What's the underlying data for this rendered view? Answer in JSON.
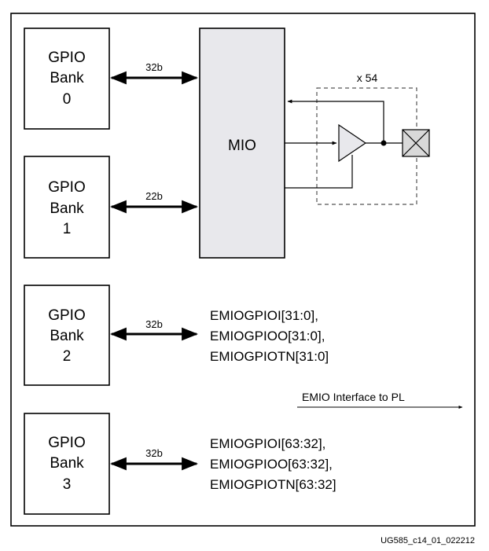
{
  "banks": [
    {
      "line1": "GPIO",
      "line2": "Bank",
      "line3": "0",
      "bus_width": "32b"
    },
    {
      "line1": "GPIO",
      "line2": "Bank",
      "line3": "1",
      "bus_width": "22b"
    },
    {
      "line1": "GPIO",
      "line2": "Bank",
      "line3": "2",
      "bus_width": "32b"
    },
    {
      "line1": "GPIO",
      "line2": "Bank",
      "line3": "3",
      "bus_width": "32b"
    }
  ],
  "mio": {
    "label": "MIO"
  },
  "io_group": {
    "multiplier": "x 54"
  },
  "emio_bank2": [
    "EMIOGPIOI[31:0],",
    "EMIOGPIOO[31:0],",
    "EMIOGPIOTN[31:0]"
  ],
  "emio_bank3": [
    "EMIOGPIOI[63:32],",
    "EMIOGPIOO[63:32],",
    "EMIOGPIOTN[63:32]"
  ],
  "emio_interface": {
    "label": "EMIO Interface to PL"
  },
  "figure_id": "UG585_c14_01_022212",
  "colors": {
    "mio_fill": "#e8e8ec",
    "line": "#000000",
    "dashed": "#555555"
  }
}
